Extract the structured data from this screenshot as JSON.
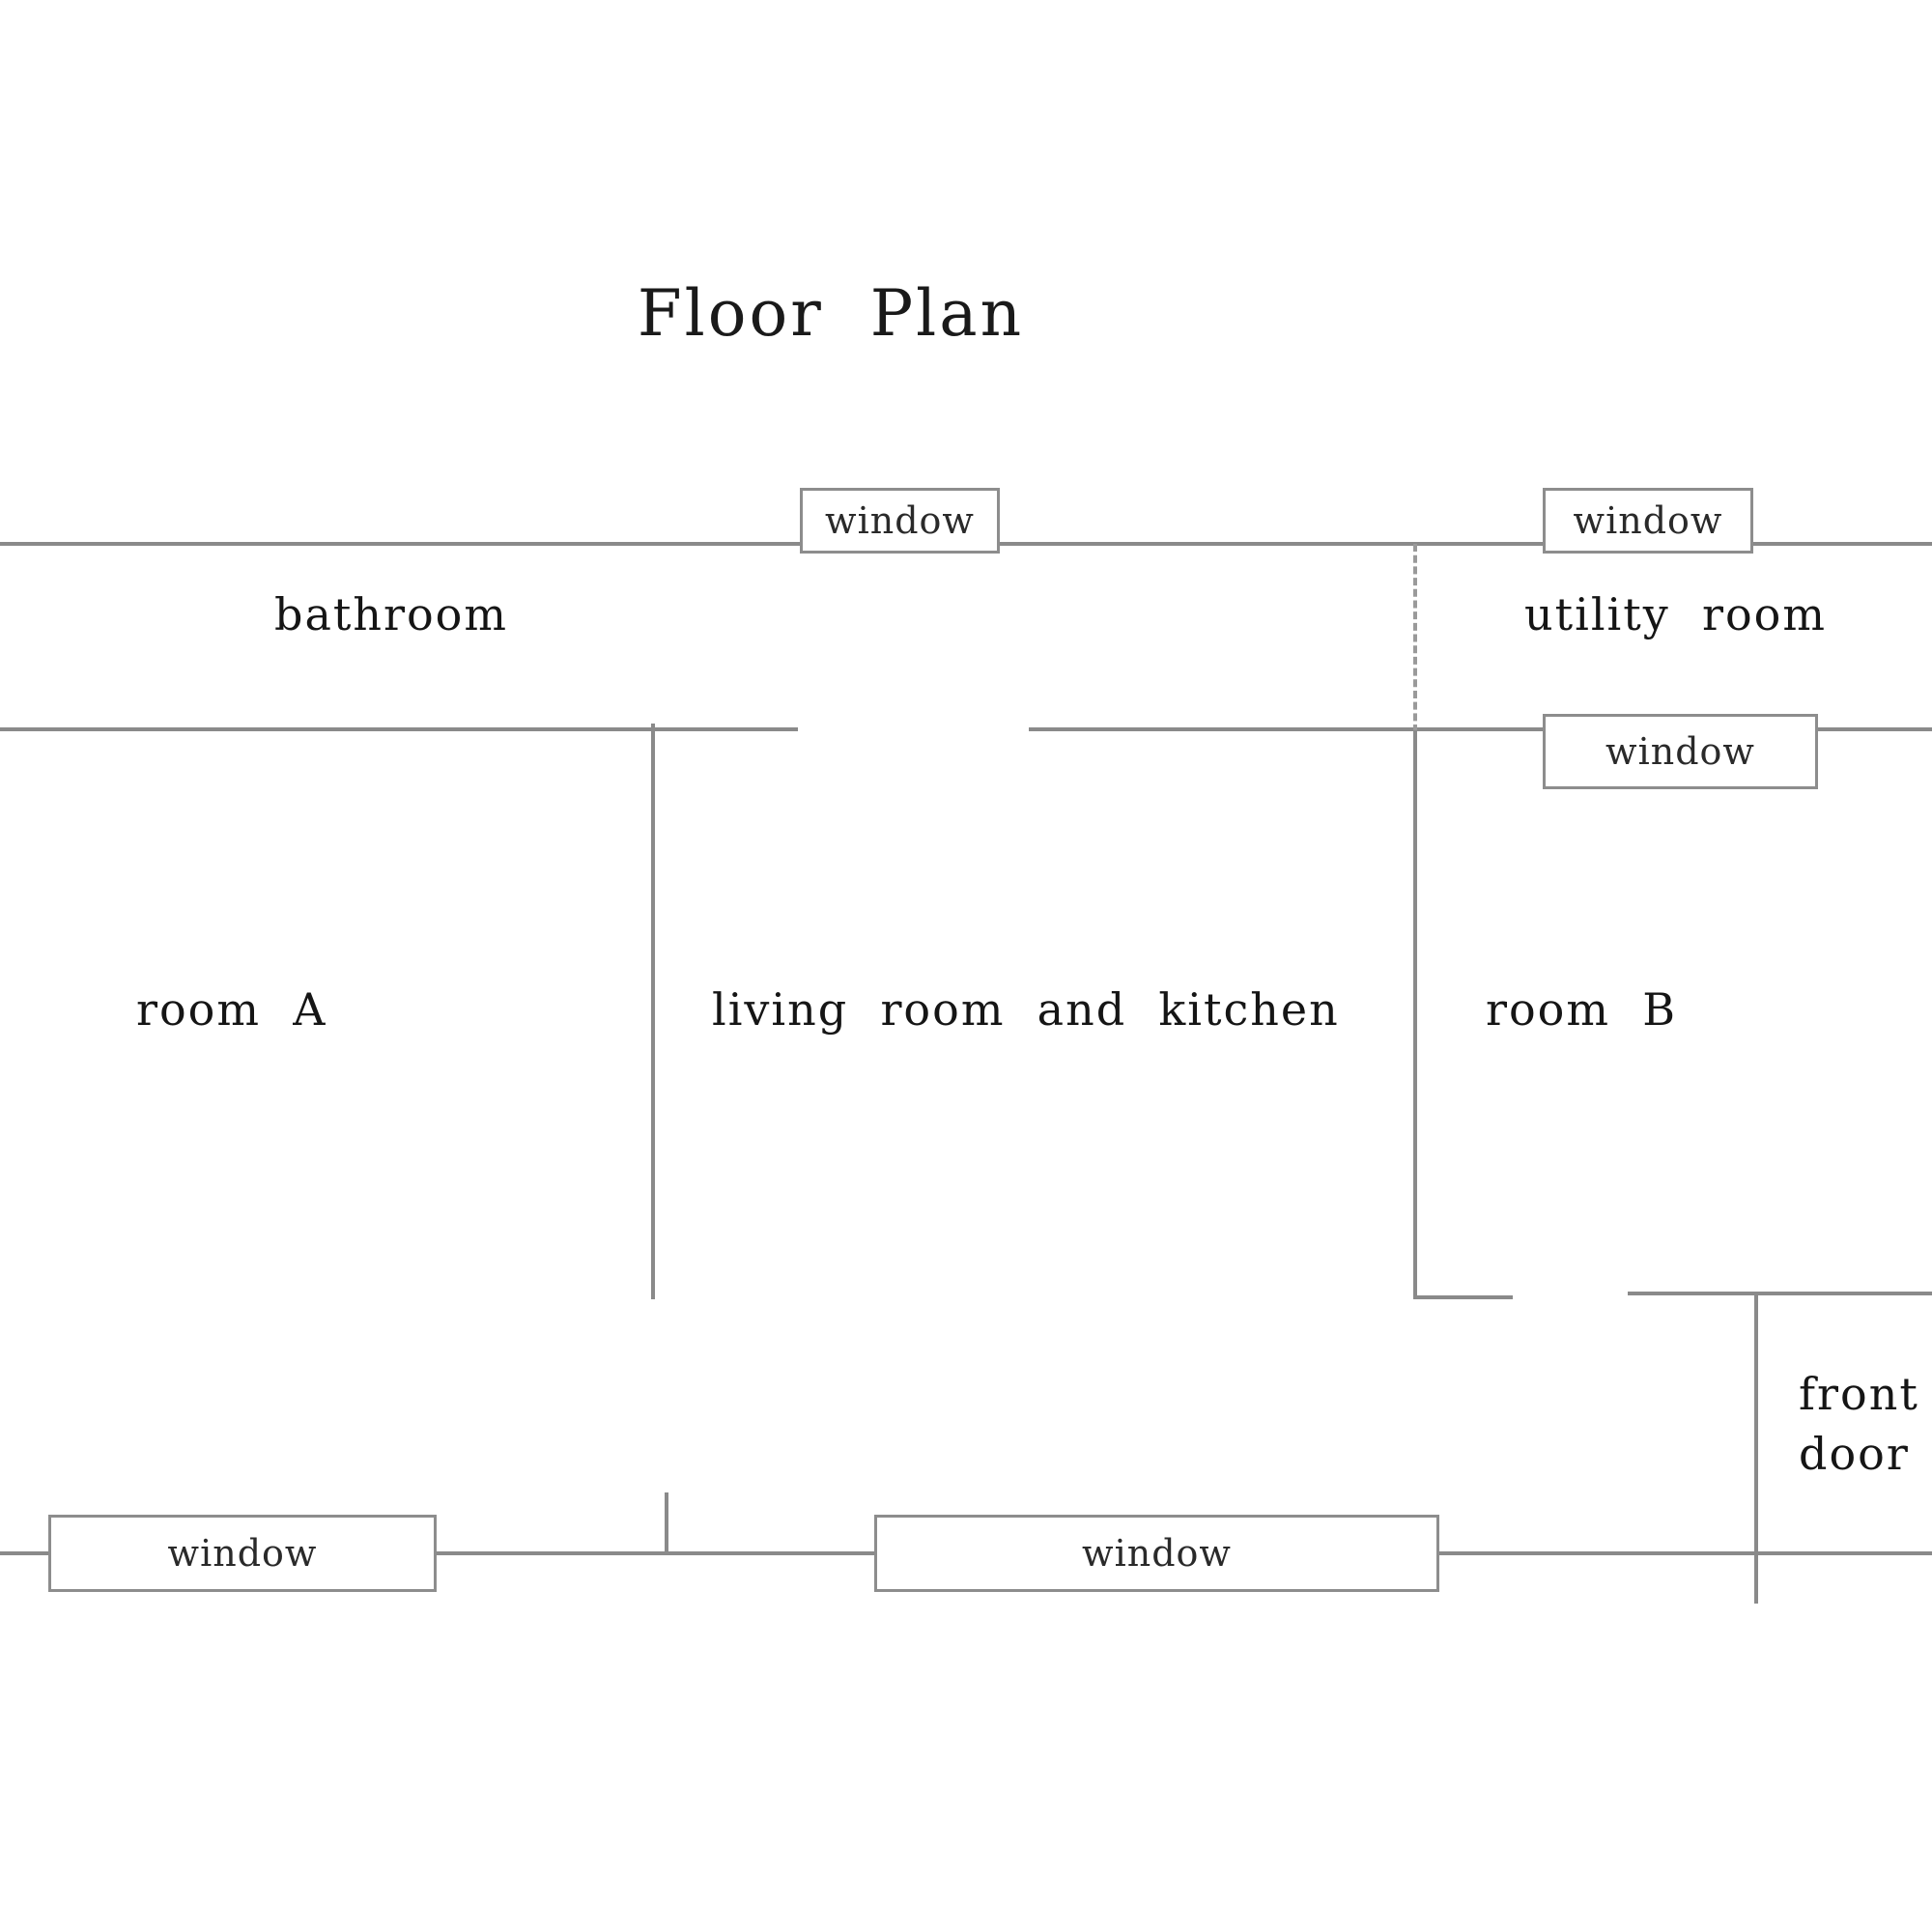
{
  "diagram": {
    "title": "Floor  Plan",
    "type": "floor-plan",
    "background_color": "#ffffff",
    "wall_color": "#8a8a8a",
    "text_color": "#151515"
  },
  "rooms": [
    {
      "id": "bathroom",
      "label": "bathroom"
    },
    {
      "id": "utility",
      "label": "utility  room"
    },
    {
      "id": "room_a",
      "label": "room  A"
    },
    {
      "id": "living",
      "label": "living  room  and  kitchen"
    },
    {
      "id": "room_b",
      "label": "room  B"
    }
  ],
  "windows": [
    {
      "id": "window_top_left",
      "label": "window",
      "wall": "north"
    },
    {
      "id": "window_top_right",
      "label": "window",
      "wall": "north"
    },
    {
      "id": "window_utility_east",
      "label": "window",
      "wall": "interior-east"
    },
    {
      "id": "window_bottom_left",
      "label": "window",
      "wall": "south"
    },
    {
      "id": "window_bottom_mid",
      "label": "window",
      "wall": "south"
    }
  ],
  "doors": [
    {
      "id": "front_door",
      "label": "front\ndoor",
      "line1": "front",
      "line2": "door"
    }
  ]
}
